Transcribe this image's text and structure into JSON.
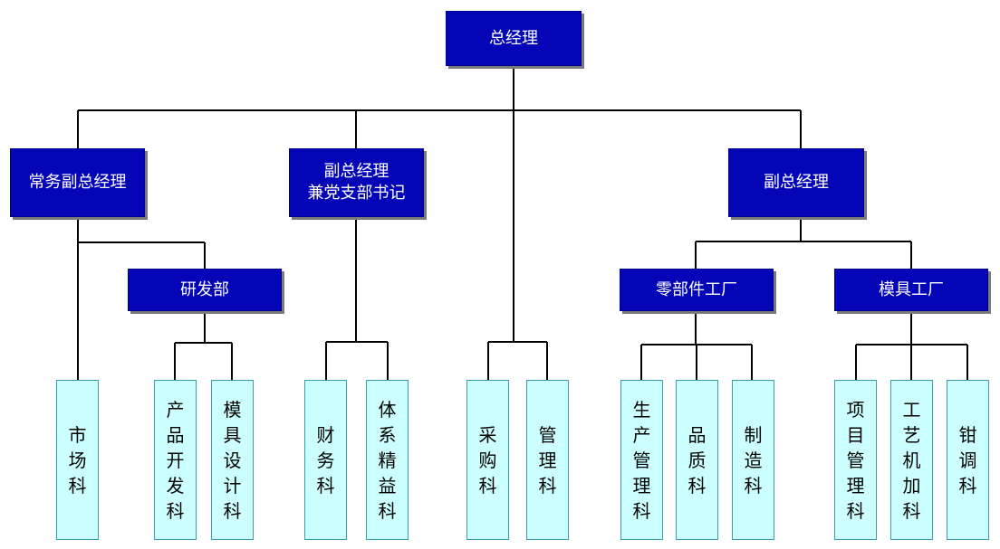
{
  "org_chart": {
    "root": "总经理",
    "vp_executive": "常务副总经理",
    "vp_party": "副总经理\n兼党支部书记",
    "vp": "副总经理",
    "rd_dept": "研发部",
    "parts_factory": "零部件工厂",
    "mold_factory": "模具工厂",
    "depts": {
      "market": "市场科",
      "product_dev": "产品开发科",
      "mold_design": "模具设计科",
      "finance": "财务科",
      "quality_system": "体系精益科",
      "purchasing": "采购科",
      "management": "管理科",
      "production": "生产管理科",
      "quality": "品质科",
      "manufacturing": "制造科",
      "project": "项目管理科",
      "process_machining": "工艺机加科",
      "fitter": "钳调科"
    }
  },
  "colors": {
    "primary_box": "#0505b8",
    "leaf_box": "#ccffff",
    "connector": "#000000"
  }
}
